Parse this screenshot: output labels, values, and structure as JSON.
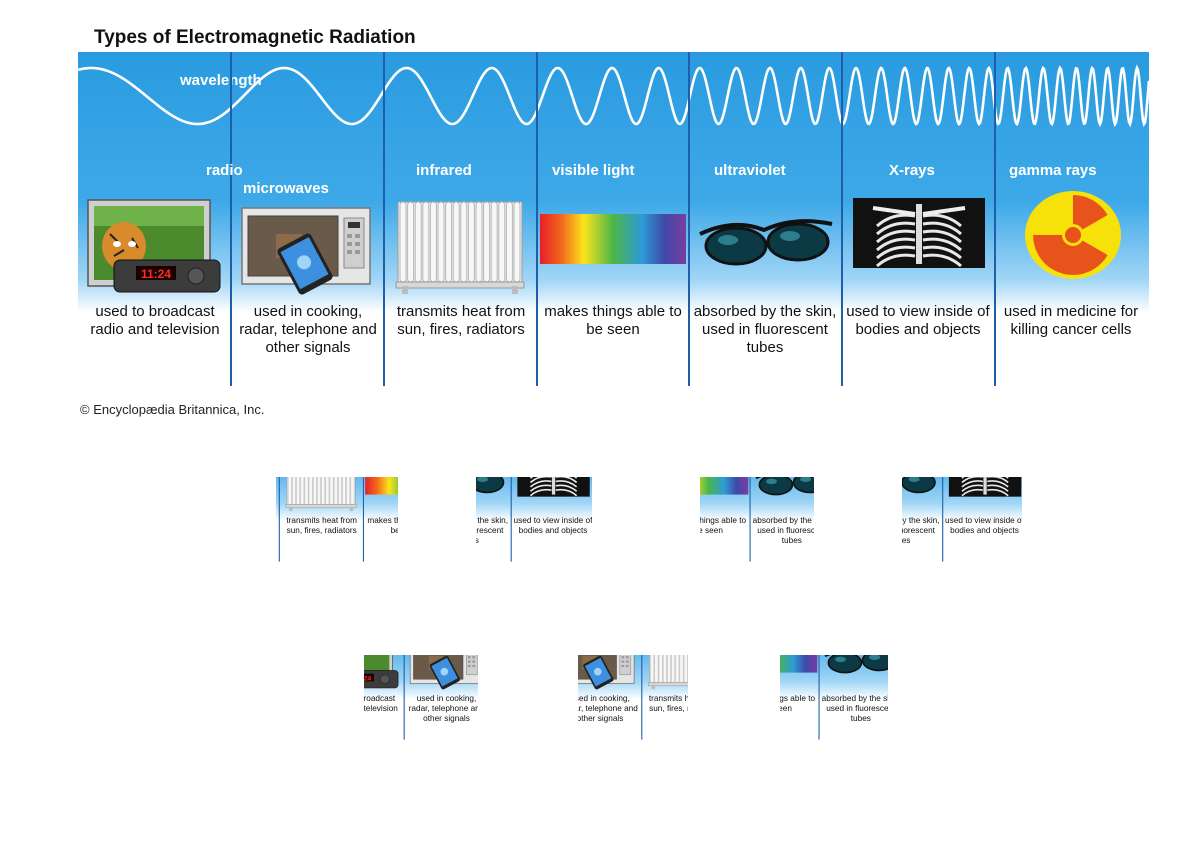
{
  "title": "Types of Electromagnetic Radiation",
  "wavelength_label": "wavelength",
  "bands": [
    {
      "label": "radio",
      "desc": "used to broadcast radio and television"
    },
    {
      "label": "microwaves",
      "desc": "used in cooking, radar, telephone and other signals"
    },
    {
      "label": "infrared",
      "desc": "transmits heat from sun, fires, radiators"
    },
    {
      "label": "visible light",
      "desc": "makes things able to be seen"
    },
    {
      "label": "ultraviolet",
      "desc": "absorbed by the skin, used in fluorescent tubes"
    },
    {
      "label": "X-rays",
      "desc": "used to view inside of bodies and objects"
    },
    {
      "label": "gamma rays",
      "desc": "used in medicine for killing cancer cells"
    }
  ],
  "clock_time": "11:24",
  "copyright": "© Encyclopædia Britannica, Inc.",
  "colors": {
    "panel_top": "#2a9be0",
    "divider": "#1f5ea8",
    "wave": "#ffffff",
    "radiation_symbol": "#e8531c",
    "radiation_bg": "#f6e20a"
  }
}
